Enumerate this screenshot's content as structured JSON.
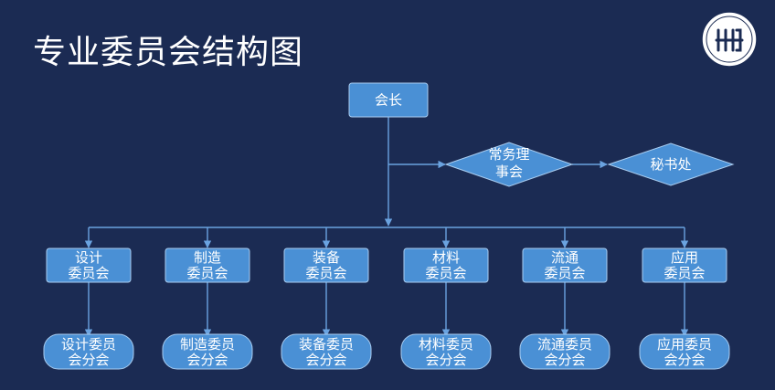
{
  "title": "专业委员会结构图",
  "colors": {
    "background": "#1b2b53",
    "node_fill": "#4a90d5",
    "node_stroke": "#a9cdf1",
    "line": "#6aa3e0",
    "text": "#ffffff"
  },
  "logo_icon": "org-seal-icon",
  "top_node": {
    "label": "会长"
  },
  "executive_council": {
    "lines": [
      "常务理",
      "事会"
    ]
  },
  "secretariat": {
    "label": "秘书处"
  },
  "committees": [
    {
      "lines": [
        "设计",
        "委员会"
      ],
      "sub_lines": [
        "设计委员",
        "会分会"
      ]
    },
    {
      "lines": [
        "制造",
        "委员会"
      ],
      "sub_lines": [
        "制造委员",
        "会分会"
      ]
    },
    {
      "lines": [
        "装备",
        "委员会"
      ],
      "sub_lines": [
        "装备委员",
        "会分会"
      ]
    },
    {
      "lines": [
        "材料",
        "委员会"
      ],
      "sub_lines": [
        "材料委员",
        "会分会"
      ]
    },
    {
      "lines": [
        "流通",
        "委员会"
      ],
      "sub_lines": [
        "流通委员",
        "会分会"
      ]
    },
    {
      "lines": [
        "应用",
        "委员会"
      ],
      "sub_lines": [
        "应用委员",
        "会分会"
      ]
    }
  ]
}
